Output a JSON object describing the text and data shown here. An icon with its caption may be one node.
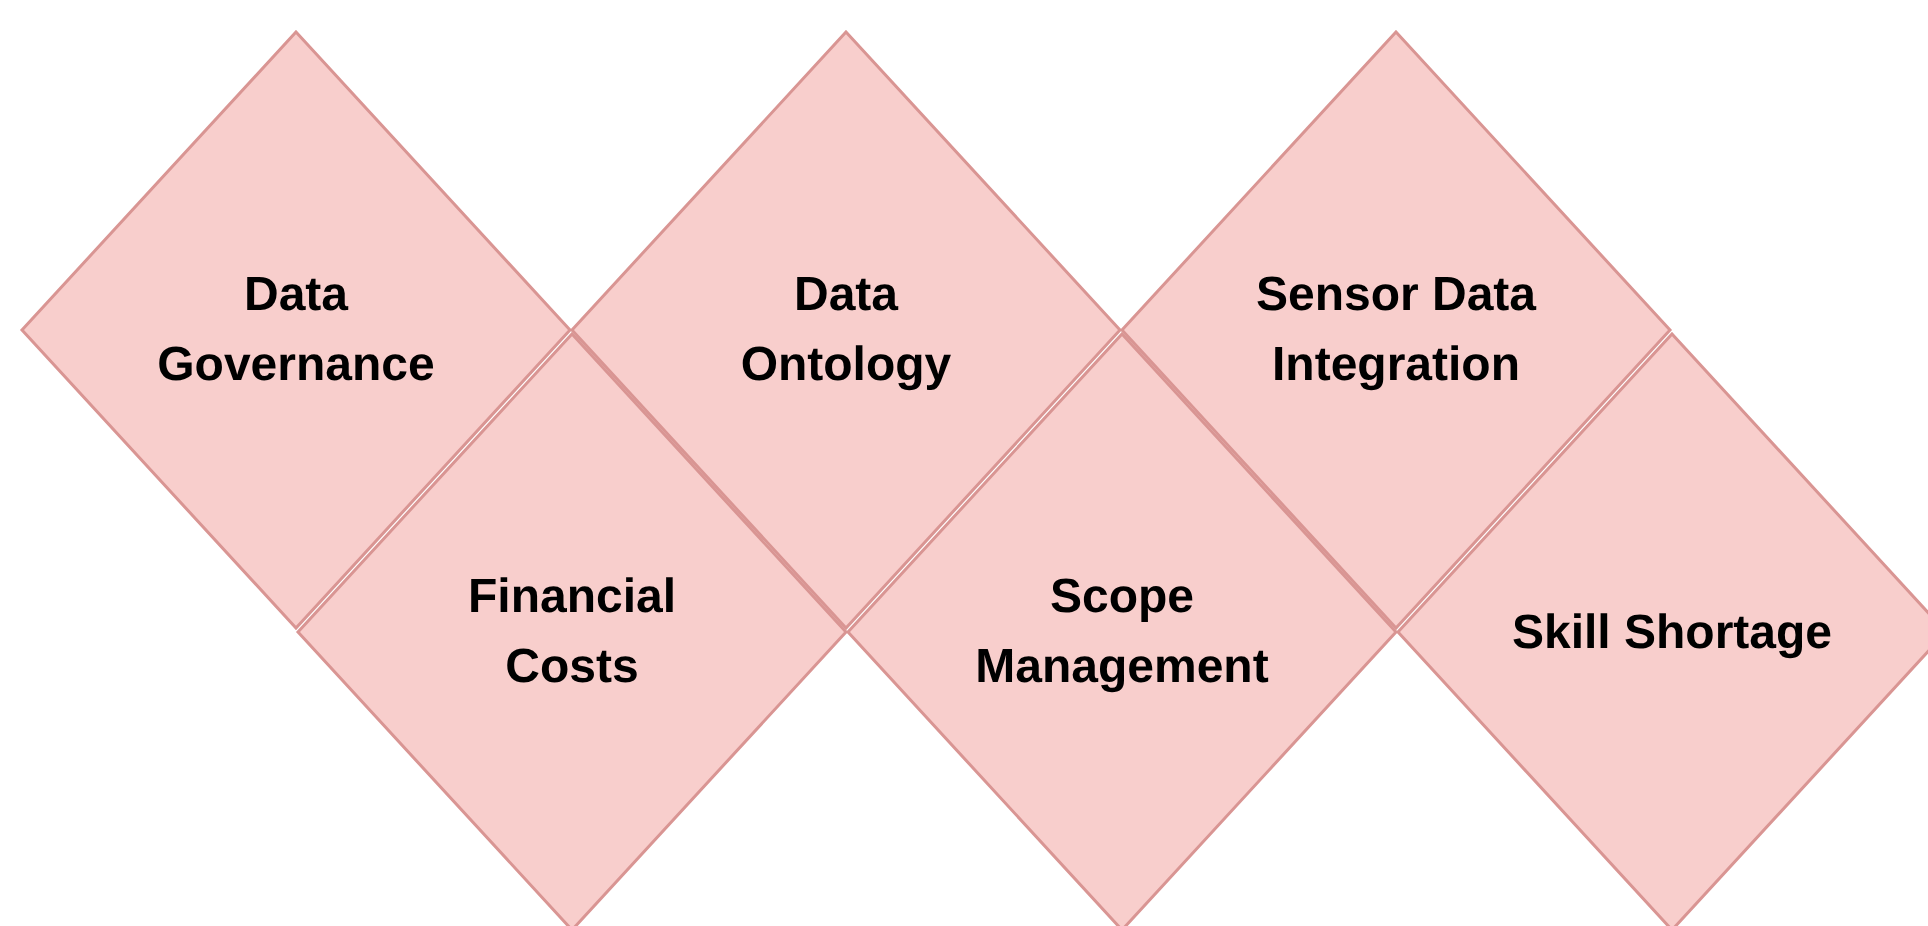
{
  "diagram": {
    "nodes": [
      {
        "text": [
          "Data Governance"
        ]
      },
      {
        "text": [
          "Data Ontology"
        ]
      },
      {
        "text": [
          "Sensor Data Integration"
        ]
      },
      {
        "text": [
          "Financial Costs"
        ]
      },
      {
        "text": [
          "Scope Management"
        ]
      },
      {
        "text": [
          "Skill Shortage"
        ]
      }
    ]
  }
}
